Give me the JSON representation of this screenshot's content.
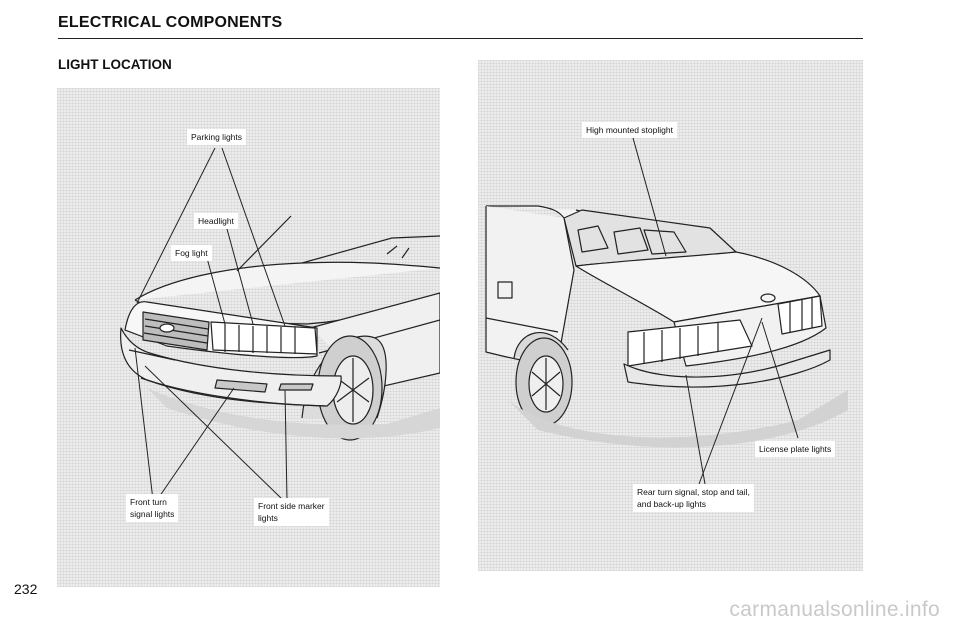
{
  "header": {
    "title": "ELECTRICAL COMPONENTS"
  },
  "section": {
    "title": "LIGHT LOCATION"
  },
  "page_number": "232",
  "watermark": "carmanualsonline.info",
  "front_view": {
    "labels": {
      "parking_lights": "Parking lights",
      "headlight": "Headlight",
      "fog_light": "Fog light",
      "front_turn_line1": "Front turn",
      "front_turn_line2": "signal lights",
      "front_side_marker_line1": "Front side marker",
      "front_side_marker_line2": "lights"
    }
  },
  "rear_view": {
    "labels": {
      "high_mounted_stoplight": "High mounted stoplight",
      "license_plate_lights": "License plate lights",
      "rear_lights_line1": "Rear turn signal, stop and tail,",
      "rear_lights_line2": "and back-up lights"
    }
  }
}
